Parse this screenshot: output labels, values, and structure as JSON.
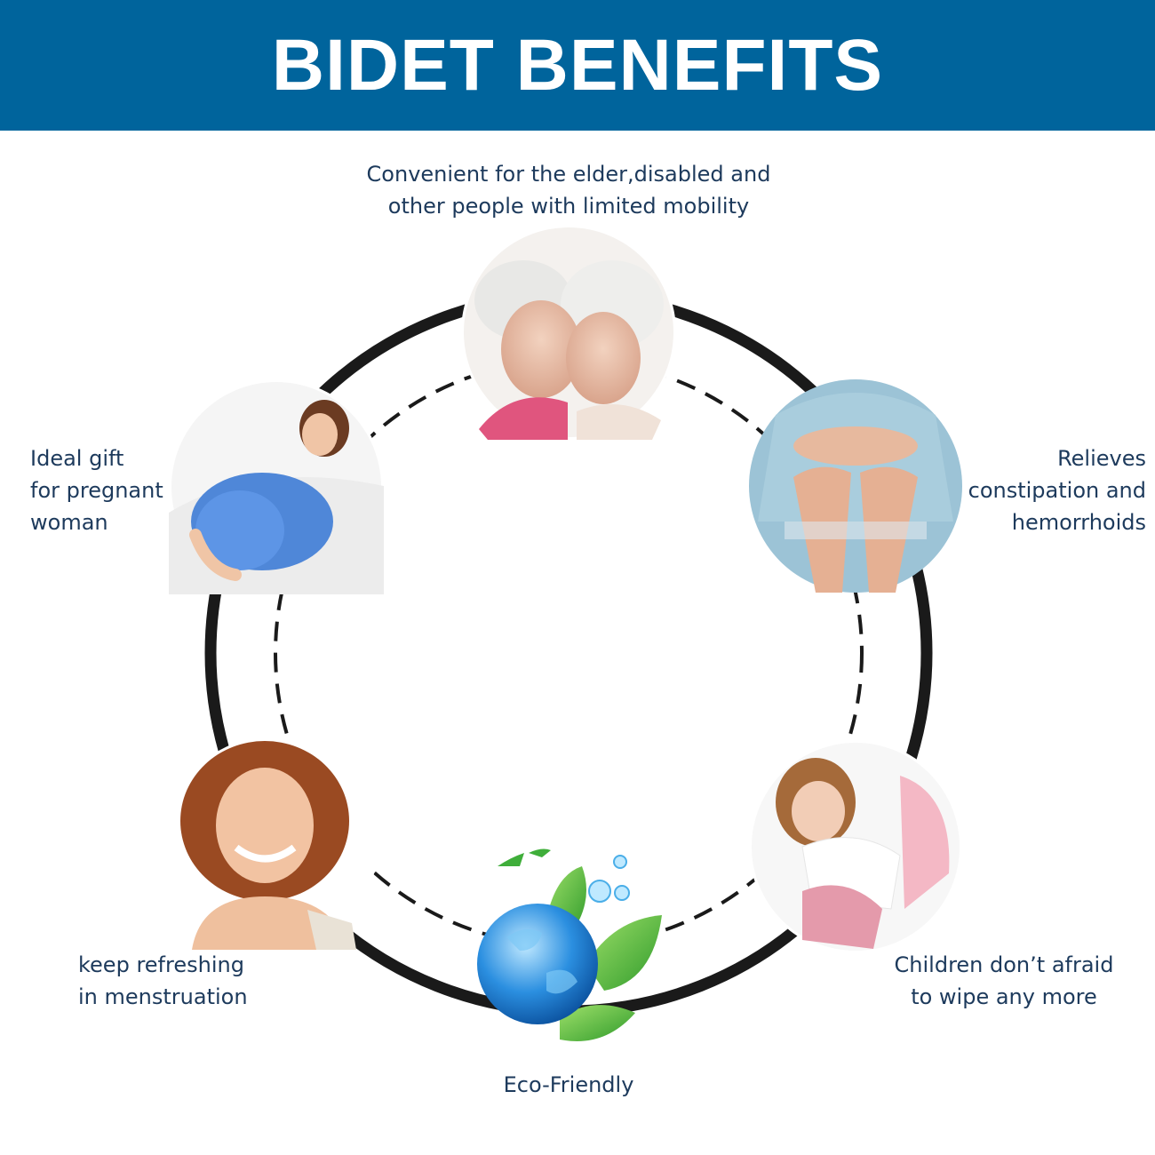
{
  "header": {
    "title": "BIDET BENEFITS"
  },
  "colors": {
    "banner": "#00649c",
    "text": "#1d3a5c",
    "ring": "#1a1a1a"
  },
  "benefits": [
    {
      "lines": [
        "Convenient for the elder,disabled and",
        "other people with limited mobility"
      ],
      "icon": "elderly-couple-photo"
    },
    {
      "lines": [
        "Relieves",
        "constipation and",
        "hemorrhoids"
      ],
      "icon": "seated-person-photo"
    },
    {
      "lines": [
        "Children don’t afraid",
        "to wipe any more"
      ],
      "icon": "child-on-potty-photo"
    },
    {
      "lines": [
        "Eco-Friendly"
      ],
      "icon": "globe-leaves-icon"
    },
    {
      "lines": [
        "keep refreshing",
        "in menstruation"
      ],
      "icon": "smiling-woman-photo"
    },
    {
      "lines": [
        "Ideal gift",
        "for pregnant",
        "woman"
      ],
      "icon": "pregnant-woman-photo"
    }
  ]
}
